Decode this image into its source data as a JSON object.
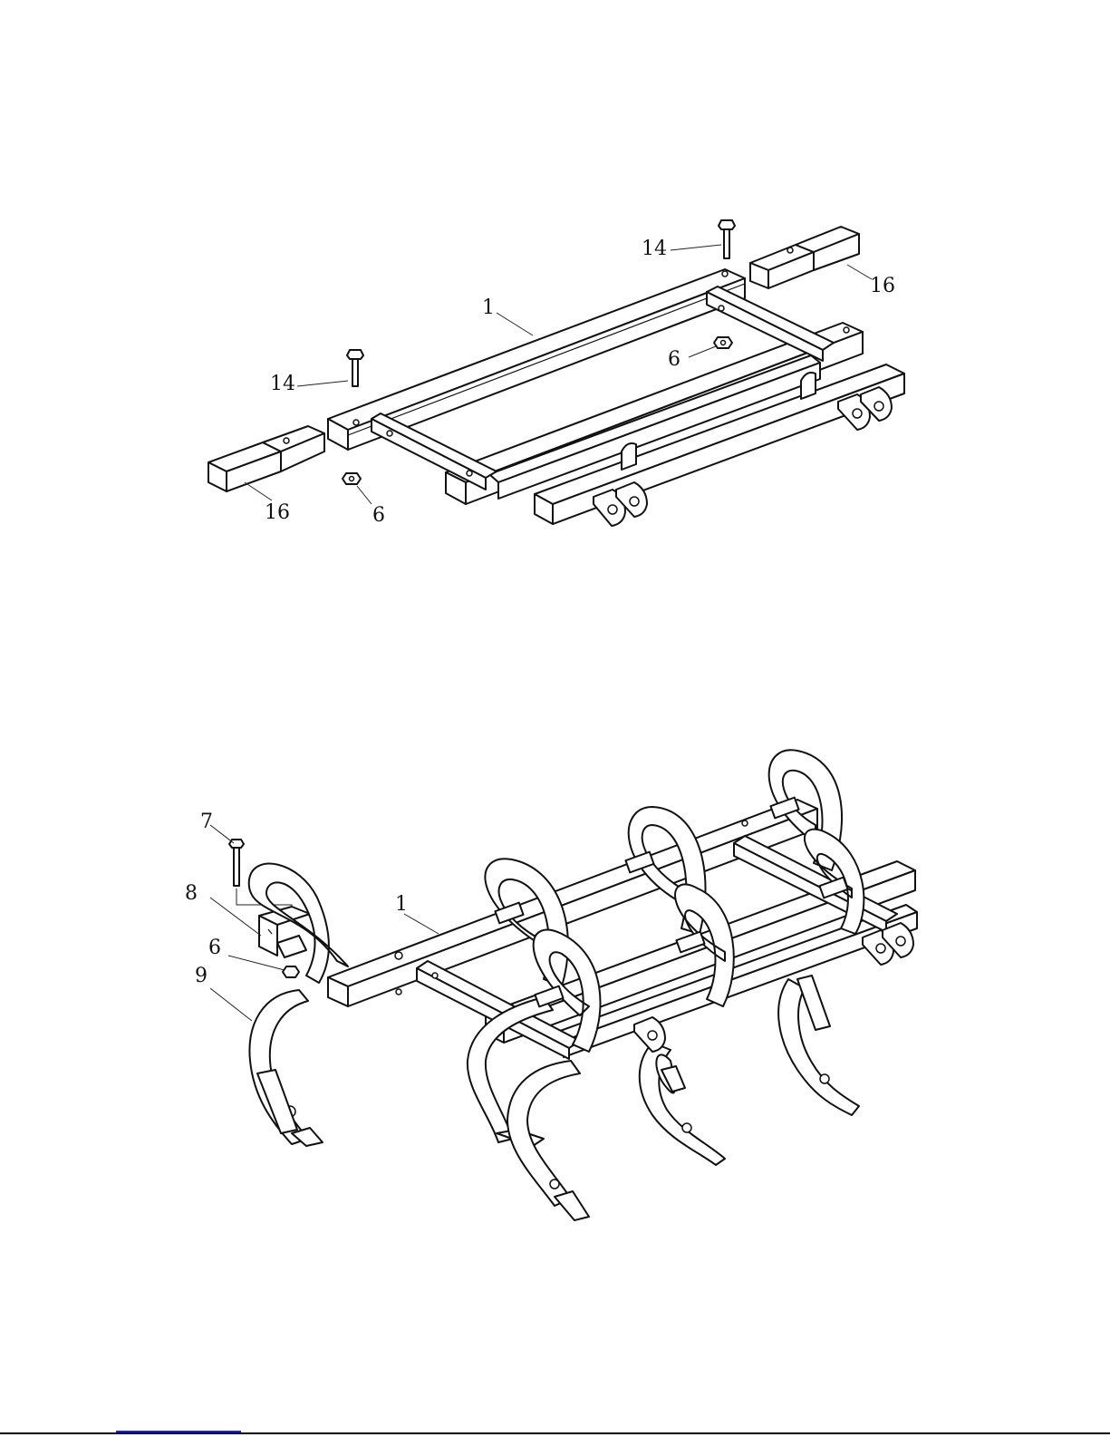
{
  "diagram1": {
    "labels": [
      "1",
      "14",
      "14",
      "16",
      "16",
      "6",
      "6"
    ]
  },
  "diagram2": {
    "labels": [
      "7",
      "8",
      "6",
      "9",
      "1"
    ]
  },
  "colors": {
    "ink": "#111111",
    "paper": "#ffffff",
    "link": "#1a1aff"
  }
}
